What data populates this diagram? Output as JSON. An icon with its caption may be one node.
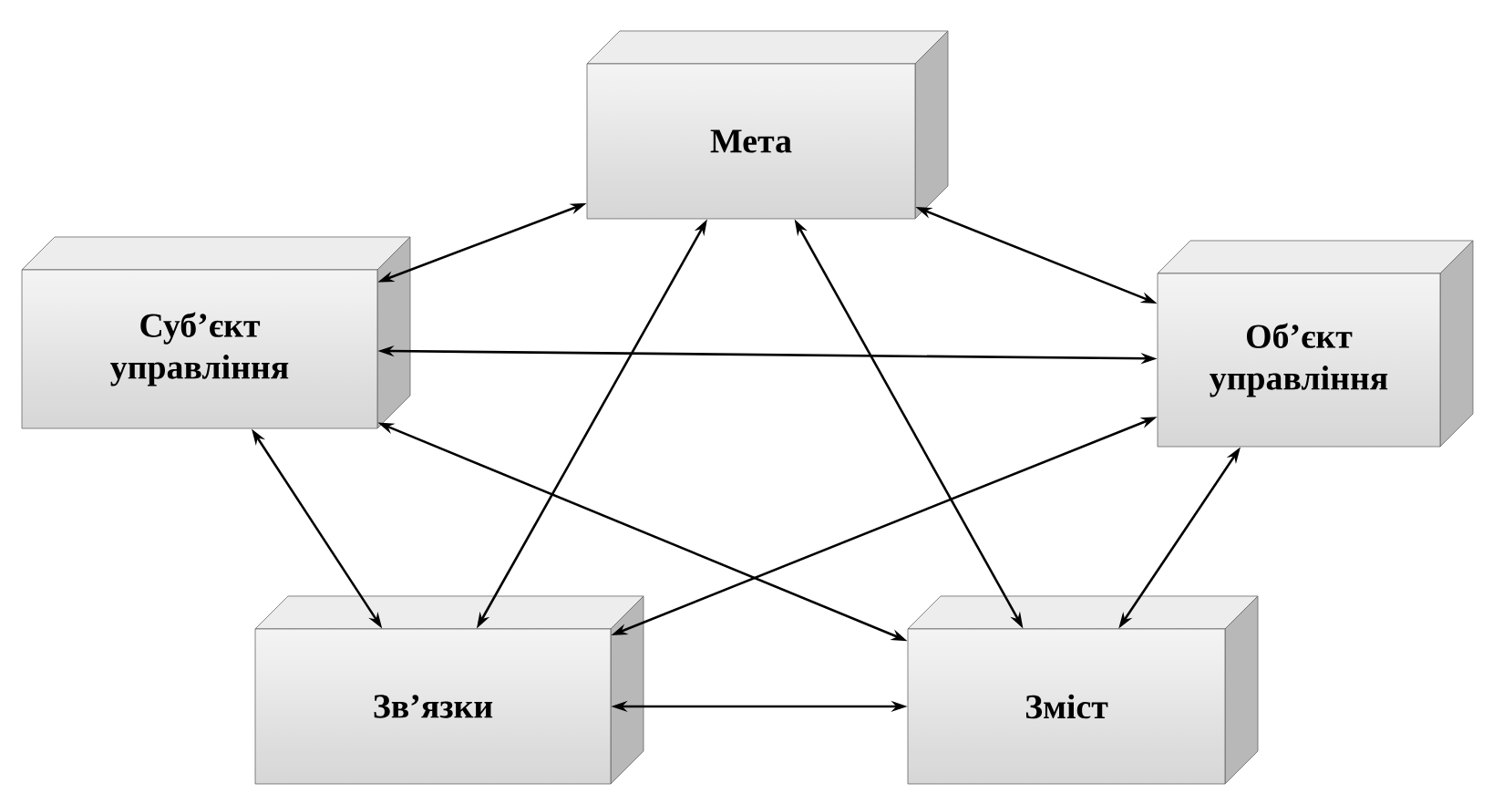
{
  "diagram": {
    "nodes": [
      {
        "text": [
          "Мета"
        ]
      },
      {
        "text": [
          "Суб’єкт управління"
        ]
      },
      {
        "text": [
          "Об’єкт управління"
        ]
      },
      {
        "text": [
          "Зв’язки"
        ]
      },
      {
        "text": [
          "Зміст"
        ]
      }
    ],
    "edges": [
      {
        "from": 0,
        "to": 1,
        "arrow": "both"
      },
      {
        "from": 0,
        "to": 2,
        "arrow": "both"
      },
      {
        "from": 0,
        "to": 3,
        "arrow": "both"
      },
      {
        "from": 0,
        "to": 4,
        "arrow": "both"
      },
      {
        "from": 1,
        "to": 2,
        "arrow": "both"
      },
      {
        "from": 1,
        "to": 4,
        "arrow": "both"
      },
      {
        "from": 2,
        "to": 3,
        "arrow": "both"
      },
      {
        "from": 1,
        "to": 3,
        "arrow": "both"
      },
      {
        "from": 2,
        "to": 4,
        "arrow": "both"
      },
      {
        "from": 3,
        "to": 4,
        "arrow": "both"
      }
    ]
  }
}
